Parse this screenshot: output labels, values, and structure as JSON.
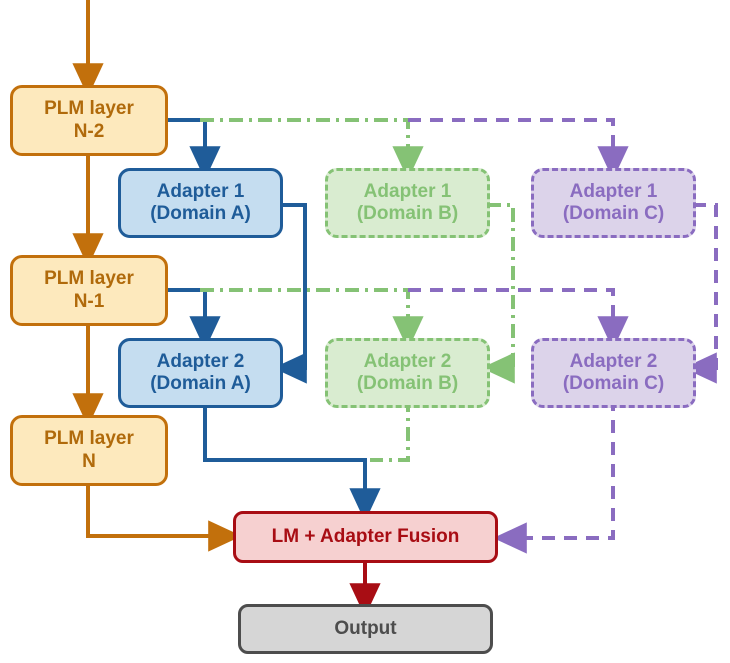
{
  "diagram": {
    "title": "Adapter Fusion architecture over PLM layers",
    "colors": {
      "plm_fill": "#fde9bd",
      "plm_stroke": "#c2700c",
      "domainA_fill": "#c5ddf0",
      "domainA_stroke": "#1f5c99",
      "domainB_fill": "#d9ecd0",
      "domainB_stroke": "#85c275",
      "domainC_fill": "#dcd3ea",
      "domainC_stroke": "#8a6cc0",
      "fusion_fill": "#f6d0d0",
      "fusion_stroke": "#a80d14",
      "output_fill": "#d6d6d6",
      "output_stroke": "#4d4d4d"
    },
    "nodes": {
      "plm_n2": {
        "line1": "PLM layer",
        "line2": "N-2"
      },
      "plm_n1": {
        "line1": "PLM layer",
        "line2": "N-1"
      },
      "plm_n": {
        "line1": "PLM layer",
        "line2": "N"
      },
      "adapter1_a": {
        "line1": "Adapter 1",
        "line2": "(Domain A)"
      },
      "adapter2_a": {
        "line1": "Adapter 2",
        "line2": "(Domain A)"
      },
      "adapter1_b": {
        "line1": "Adapter 1",
        "line2": "(Domain B)"
      },
      "adapter2_b": {
        "line1": "Adapter 2",
        "line2": "(Domain B)"
      },
      "adapter1_c": {
        "line1": "Adapter 1",
        "line2": "(Domain C)"
      },
      "adapter2_c": {
        "line1": "Adapter 2",
        "line2": "(Domain C)"
      },
      "fusion": {
        "line1": "LM + Adapter Fusion"
      },
      "output": {
        "line1": "Output"
      }
    },
    "edges": [
      {
        "name": "input-to-plm-n2",
        "style": "solid",
        "color": "#c2700c"
      },
      {
        "name": "plm-n2-to-plm-n1",
        "style": "solid",
        "color": "#c2700c"
      },
      {
        "name": "plm-n1-to-plm-n",
        "style": "solid",
        "color": "#c2700c"
      },
      {
        "name": "plm-n-to-fusion",
        "style": "solid",
        "color": "#c2700c"
      },
      {
        "name": "plm-n2-to-adapter1-a",
        "style": "solid",
        "color": "#1f5c99"
      },
      {
        "name": "plm-n1-to-adapter2-a",
        "style": "solid",
        "color": "#1f5c99"
      },
      {
        "name": "adapter1-a-to-adapter2-a",
        "style": "solid",
        "color": "#1f5c99"
      },
      {
        "name": "adapter2-a-to-fusion",
        "style": "solid",
        "color": "#1f5c99"
      },
      {
        "name": "plm-n2-to-adapter1-b",
        "style": "dashdot",
        "color": "#85c275"
      },
      {
        "name": "plm-n1-to-adapter2-b",
        "style": "dashdot",
        "color": "#85c275"
      },
      {
        "name": "adapter1-b-to-adapter2-b",
        "style": "dashdot",
        "color": "#85c275"
      },
      {
        "name": "adapter2-b-to-fusion",
        "style": "dashdot",
        "color": "#85c275"
      },
      {
        "name": "plm-n2-to-adapter1-c",
        "style": "dashed",
        "color": "#8a6cc0"
      },
      {
        "name": "plm-n1-to-adapter2-c",
        "style": "dashed",
        "color": "#8a6cc0"
      },
      {
        "name": "adapter1-c-to-adapter2-c",
        "style": "dashed",
        "color": "#8a6cc0"
      },
      {
        "name": "adapter2-c-to-fusion",
        "style": "dashed",
        "color": "#8a6cc0"
      },
      {
        "name": "fusion-to-output",
        "style": "solid",
        "color": "#a80d14"
      }
    ]
  }
}
